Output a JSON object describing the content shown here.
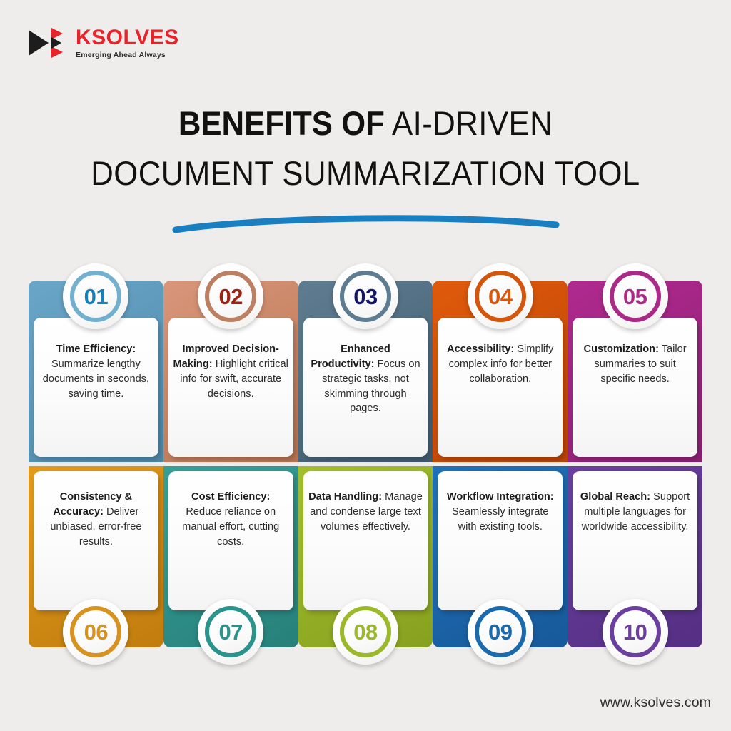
{
  "brand": {
    "name": "KSOLVES",
    "tagline": "Emerging Ahead Always",
    "logo_icon": "ksolves-triangle-logo",
    "brand_color": "#e8232a",
    "logo_dark": "#1d1d1d"
  },
  "title": {
    "line1_strong": "BENEFITS OF",
    "line1_light": "AI-DRIVEN",
    "line2": "DOCUMENT SUMMARIZATION TOOL"
  },
  "underline": {
    "icon": "brush-stroke-underline",
    "color": "#1a7fc1"
  },
  "footer": {
    "url": "www.ksolves.com"
  },
  "cards": [
    {
      "number": "01",
      "title": "Time Efficiency:",
      "body": "Summarize lengthy documents in seconds, saving time.",
      "frame_color": "#6aa6c8",
      "frame_color_dark": "#4d87a8",
      "number_color": "#1780b8",
      "ring_color": "#73afcf",
      "row": "top"
    },
    {
      "number": "02",
      "title": "Improved Decision-Making:",
      "body": "Highlight critical info for swift, accurate decisions.",
      "frame_color": "#d9967a",
      "frame_color_dark": "#b7734f",
      "number_color": "#9e2213",
      "ring_color": "#bd7f62",
      "row": "top"
    },
    {
      "number": "03",
      "title": "Enhanced Productivity:",
      "body": "Focus on strategic tasks, not skimming through pages.",
      "frame_color": "#5f7d91",
      "frame_color_dark": "#3f5a6d",
      "number_color": "#15166b",
      "ring_color": "#5e7d92",
      "row": "top"
    },
    {
      "number": "04",
      "title": "Accessibility:",
      "body": "Simplify complex info for better collaboration.",
      "frame_color": "#e05a0b",
      "frame_color_dark": "#b94306",
      "number_color": "#d9570b",
      "ring_color": "#d4560c",
      "row": "top"
    },
    {
      "number": "05",
      "title": "Customization:",
      "body": "Tailor summaries to suit specific needs.",
      "frame_color": "#b02a8f",
      "frame_color_dark": "#8d1f73",
      "number_color": "#ab2a87",
      "ring_color": "#ab2a87",
      "row": "top"
    },
    {
      "number": "06",
      "title": "Consistency & Accuracy:",
      "body": "Deliver unbiased, error-free results.",
      "frame_color": "#e39a1c",
      "frame_color_dark": "#c07c0e",
      "number_color": "#d79220",
      "ring_color": "#d79220",
      "row": "bottom"
    },
    {
      "number": "07",
      "title": "Cost Efficiency:",
      "body": "Reduce reliance on manual effort, cutting costs.",
      "frame_color": "#35a097",
      "frame_color_dark": "#27807a",
      "number_color": "#2a938c",
      "ring_color": "#2a938c",
      "row": "bottom"
    },
    {
      "number": "08",
      "title": "Data Handling:",
      "body": "Manage and condense large text volumes effectively.",
      "frame_color": "#a3bf2c",
      "frame_color_dark": "#87a120",
      "number_color": "#9cb82b",
      "ring_color": "#9cb82b",
      "row": "bottom"
    },
    {
      "number": "09",
      "title": "Workflow Integration:",
      "body": "Seamlessly integrate with existing tools.",
      "frame_color": "#1f72b8",
      "frame_color_dark": "#17599a",
      "number_color": "#1b6aad",
      "ring_color": "#1b6aad",
      "row": "bottom"
    },
    {
      "number": "10",
      "title": "Global Reach:",
      "body": "Support multiple languages for worldwide accessibility.",
      "frame_color": "#6b3fa0",
      "frame_color_dark": "#552f83",
      "number_color": "#6b3fa0",
      "ring_color": "#6b3fa0",
      "row": "bottom"
    }
  ]
}
